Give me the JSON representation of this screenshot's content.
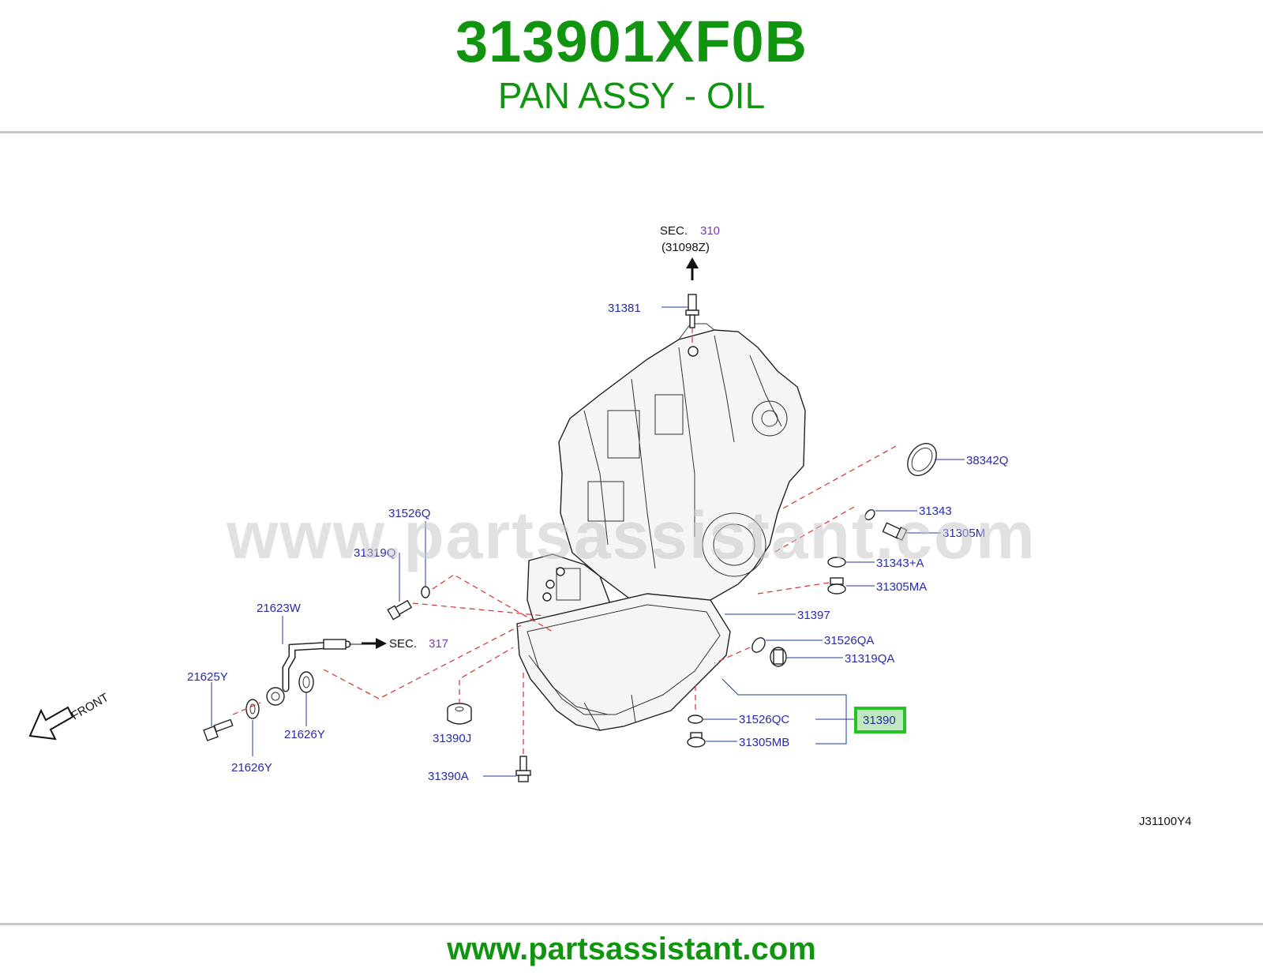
{
  "header": {
    "part_number": "313901XF0B",
    "part_name": "PAN ASSY - OIL"
  },
  "watermark": "www.partsassistant.com",
  "footer": {
    "url": "www.partsassistant.com"
  },
  "diagram": {
    "sec_top": {
      "prefix": "SEC.",
      "number": "310",
      "sub": "(31098Z)"
    },
    "sec_side": {
      "prefix": "SEC.",
      "number": "317"
    },
    "front_label": "FRONT",
    "diagram_code": "J31100Y4",
    "highlighted_part": "31390",
    "labels": {
      "p31381": "31381",
      "p38342Q": "38342Q",
      "p31343": "31343",
      "p31305M": "31305M",
      "p31343A": "31343+A",
      "p31305MA": "31305MA",
      "p31397": "31397",
      "p31526QA": "31526QA",
      "p31319QA": "31319QA",
      "p31526QC": "31526QC",
      "p31305MB": "31305MB",
      "p31526Q": "31526Q",
      "p31319Q": "31319Q",
      "p21623W": "21623W",
      "p21625Y": "21625Y",
      "p21626Y_a": "21626Y",
      "p21626Y_b": "21626Y",
      "p31390J": "31390J",
      "p31390A": "31390A"
    }
  },
  "colors": {
    "title_green": "#119511",
    "label_blue": "#2a2aa8",
    "sec_purple": "#7a3db5",
    "leader_dash_red": "#d63030",
    "highlight_box": "#22c322"
  }
}
